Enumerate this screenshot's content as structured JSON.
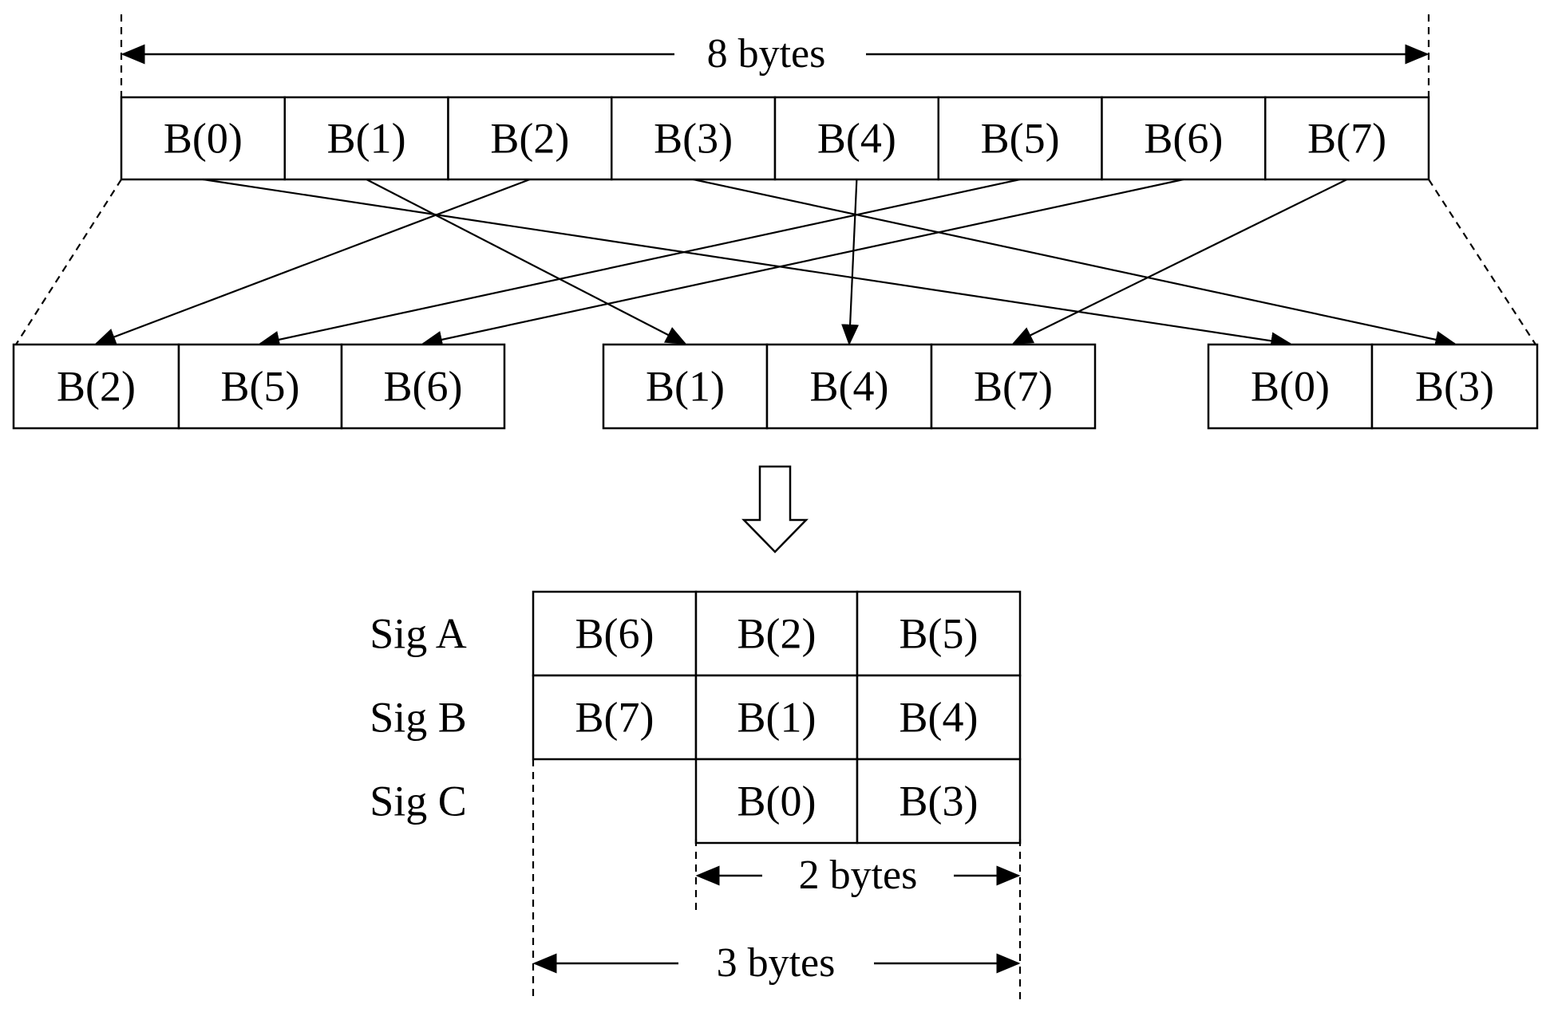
{
  "dimensions": {
    "top_width": "8 bytes",
    "bottom_two": "2 bytes",
    "bottom_three": "3 bytes"
  },
  "top_row": [
    "B(0)",
    "B(1)",
    "B(2)",
    "B(3)",
    "B(4)",
    "B(5)",
    "B(6)",
    "B(7)"
  ],
  "groups": [
    [
      "B(2)",
      "B(5)",
      "B(6)"
    ],
    [
      "B(1)",
      "B(4)",
      "B(7)"
    ],
    [
      "B(0)",
      "B(3)"
    ]
  ],
  "mapping": [
    {
      "from": "B(0)",
      "to": "B(0)"
    },
    {
      "from": "B(1)",
      "to": "B(1)"
    },
    {
      "from": "B(2)",
      "to": "B(2)"
    },
    {
      "from": "B(3)",
      "to": "B(3)"
    },
    {
      "from": "B(4)",
      "to": "B(4)"
    },
    {
      "from": "B(5)",
      "to": "B(5)"
    },
    {
      "from": "B(6)",
      "to": "B(6)"
    },
    {
      "from": "B(7)",
      "to": "B(7)"
    }
  ],
  "signals": [
    {
      "label": "Sig A",
      "cells": [
        "B(6)",
        "B(2)",
        "B(5)"
      ]
    },
    {
      "label": "Sig B",
      "cells": [
        "B(7)",
        "B(1)",
        "B(4)"
      ]
    },
    {
      "label": "Sig C",
      "cells": [
        "",
        "B(0)",
        "B(3)"
      ]
    }
  ]
}
